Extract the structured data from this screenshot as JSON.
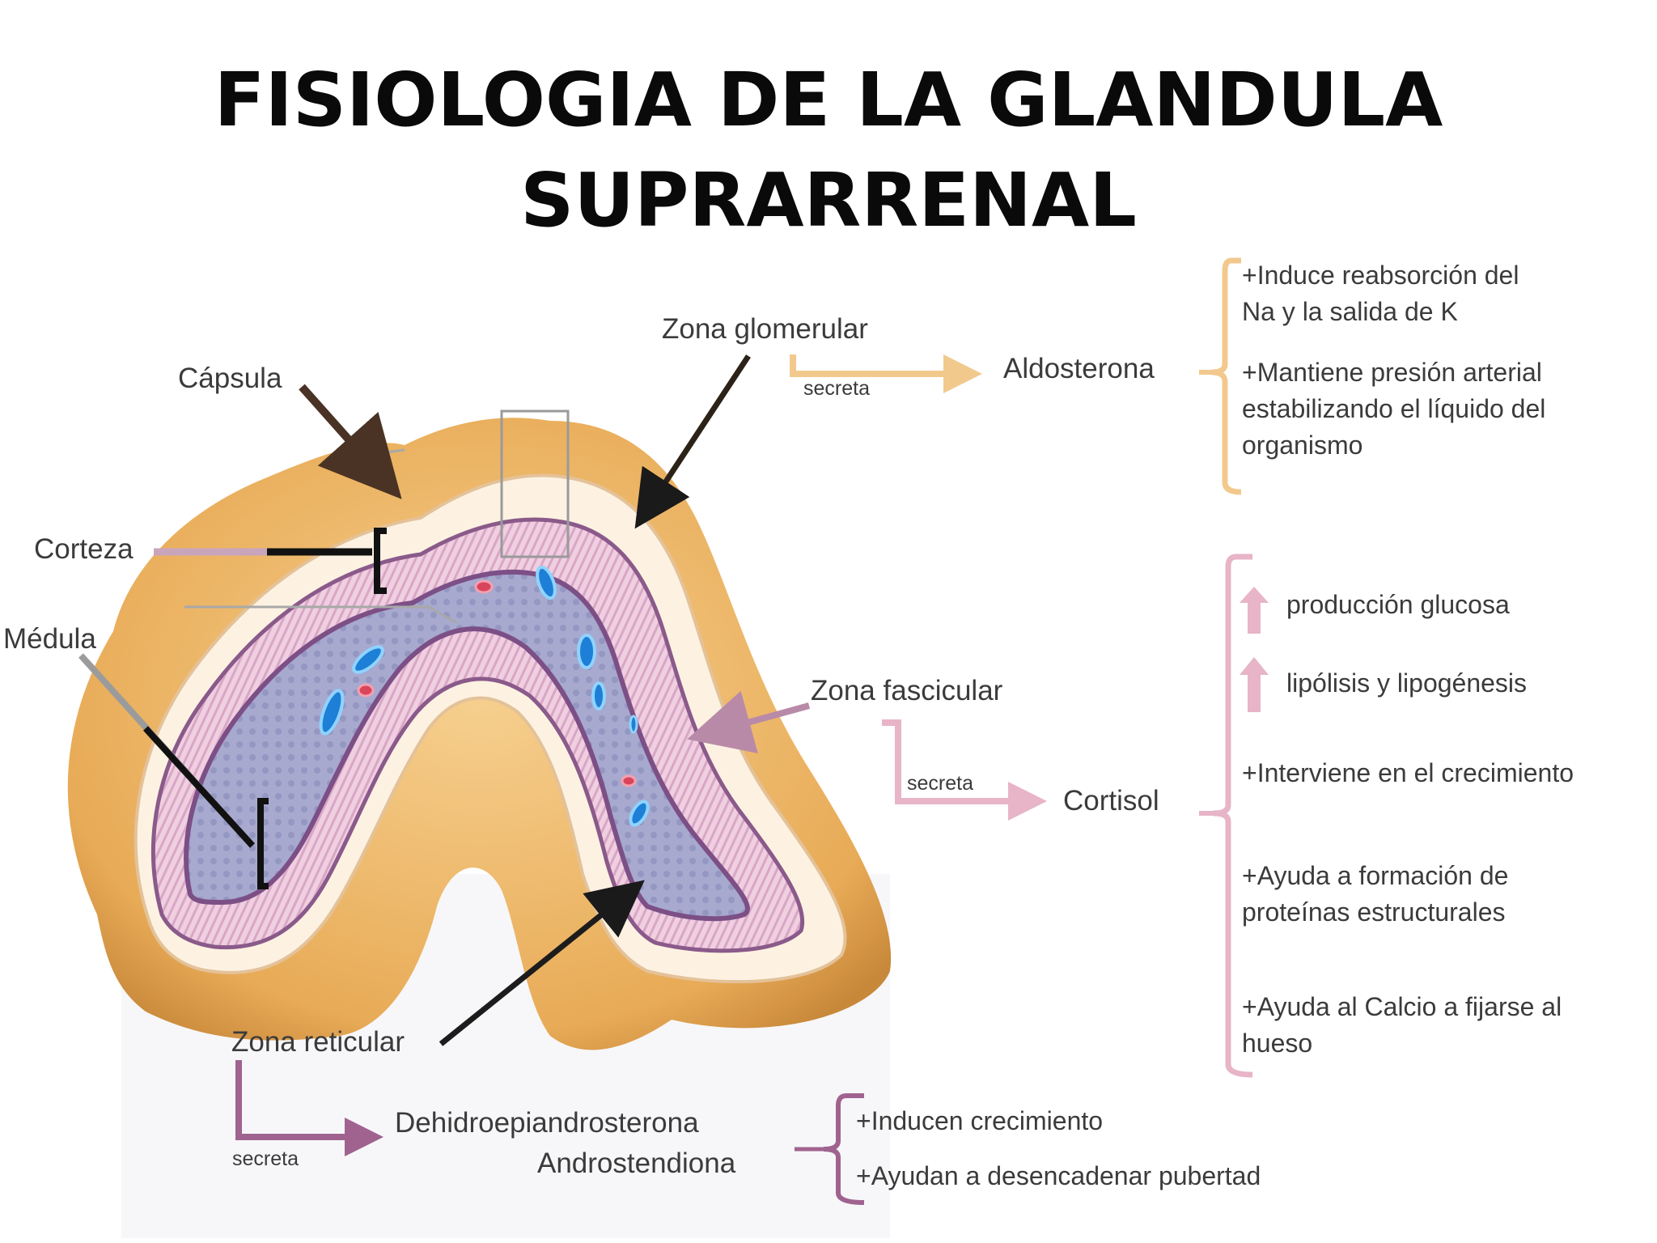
{
  "title": {
    "line1": "FISIOLOGIA DE LA GLANDULA",
    "line2": "SUPRARRENAL"
  },
  "labels": {
    "capsula": "Cápsula",
    "corteza": "Corteza",
    "medula": "Médula",
    "zona_glomerular": "Zona glomerular",
    "zona_fascicular": "Zona fascicular",
    "zona_reticular": "Zona reticular"
  },
  "secreta": "secreta",
  "hormones": {
    "aldosterona": "Aldosterona",
    "cortisol": "Cortisol",
    "dhea": "Dehidroepiandrosterona",
    "androstendiona": "Androstendiona"
  },
  "aldosterona_effects": [
    {
      "l1": "+Induce reabsorción del",
      "l2": "Na y la salida de K"
    },
    {
      "l1": "+Mantiene presión arterial",
      "l2": "estabilizando el líquido del",
      "l3": "organismo"
    }
  ],
  "cortisol_effects": [
    "producción glucosa",
    "lipólisis y lipogénesis",
    "+Interviene en el crecimiento",
    {
      "l1": "+Ayuda a formación de",
      "l2": "proteínas estructurales"
    },
    {
      "l1": "+Ayuda al Calcio a fijarse al",
      "l2": "hueso"
    }
  ],
  "androgen_effects": [
    "+Inducen crecimiento",
    "+Ayudan a desencadenar pubertad"
  ],
  "colors": {
    "aldosterona": "#f2c98d",
    "cortisol": "#e8b4c7",
    "reticular": "#a0638f",
    "capsule": "#e9b05e",
    "medulla": "#9c9ec8"
  }
}
